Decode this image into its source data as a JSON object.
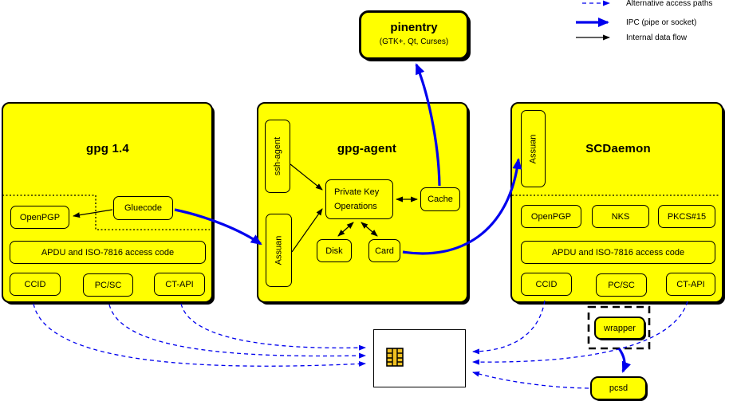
{
  "colors": {
    "box_fill": "#ffff00",
    "accent_blue": "#0000ee",
    "line_black": "#000000",
    "chip_gold": "#f0c020"
  },
  "legend": {
    "items": [
      {
        "label": "Alternative access paths",
        "style": "dashed-blue-arrow"
      },
      {
        "label": "IPC (pipe or socket)",
        "style": "thick-blue-arrow"
      },
      {
        "label": "Internal data flow",
        "style": "thin-black-arrow"
      }
    ]
  },
  "pinentry": {
    "title": "pinentry",
    "subtitle": "(GTK+, Qt, Curses)"
  },
  "gpg14": {
    "title": "gpg 1.4",
    "openpgp": "OpenPGP",
    "gluecode": "Gluecode",
    "apdu": "APDU and ISO-7816 access code",
    "ccid": "CCID",
    "pcsc": "PC/SC",
    "ctapi": "CT-API"
  },
  "gpg_agent": {
    "title": "gpg-agent",
    "ssh_agent": "ssh-agent",
    "assuan": "Assuan",
    "private_key_ops_line1": "Private Key",
    "private_key_ops_line2": "Operations",
    "cache": "Cache",
    "disk": "Disk",
    "card": "Card"
  },
  "scdaemon": {
    "title": "SCDaemon",
    "assuan": "Assuan",
    "openpgp": "OpenPGP",
    "nks": "NKS",
    "pkcs15": "PKCS#15",
    "apdu": "APDU and ISO-7816 access code",
    "ccid": "CCID",
    "pcsc": "PC/SC",
    "ctapi": "CT-API"
  },
  "wrapper": {
    "label": "wrapper"
  },
  "pcsd": {
    "label": "pcsd"
  }
}
